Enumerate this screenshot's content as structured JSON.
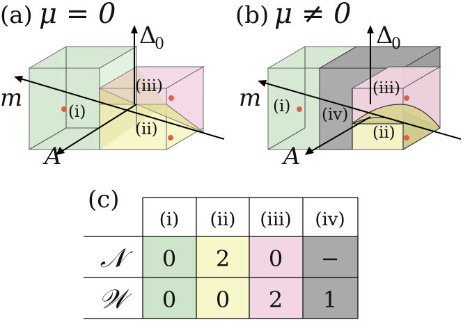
{
  "colors": {
    "green": "#cfe5cb",
    "yellow": "#f8f7c9",
    "pink": "#f3d6e3",
    "gray": "#aaaaaa",
    "dot": "#e0613e"
  },
  "panel_a": {
    "label": "(a)",
    "condition": "μ = 0",
    "axis_vertical": "Δ",
    "axis_vertical_sub": "0",
    "axis_m": "m",
    "axis_A": "A",
    "region_i": "(i)",
    "region_ii": "(ii)",
    "region_iii": "(iii)"
  },
  "panel_b": {
    "label": "(b)",
    "condition": "μ ≠ 0",
    "axis_vertical": "Δ",
    "axis_vertical_sub": "0",
    "axis_m": "m",
    "axis_A": "A",
    "region_i": "(i)",
    "region_ii": "(ii)",
    "region_iii": "(iii)",
    "region_iv": "(iv)"
  },
  "table": {
    "label": "(c)",
    "columns": [
      "(i)",
      "(ii)",
      "(iii)",
      "(iv)"
    ],
    "rows": [
      {
        "name": "𝒩",
        "values": [
          "0",
          "2",
          "0",
          "−"
        ]
      },
      {
        "name": "𝒲",
        "values": [
          "0",
          "0",
          "2",
          "1"
        ]
      }
    ]
  }
}
